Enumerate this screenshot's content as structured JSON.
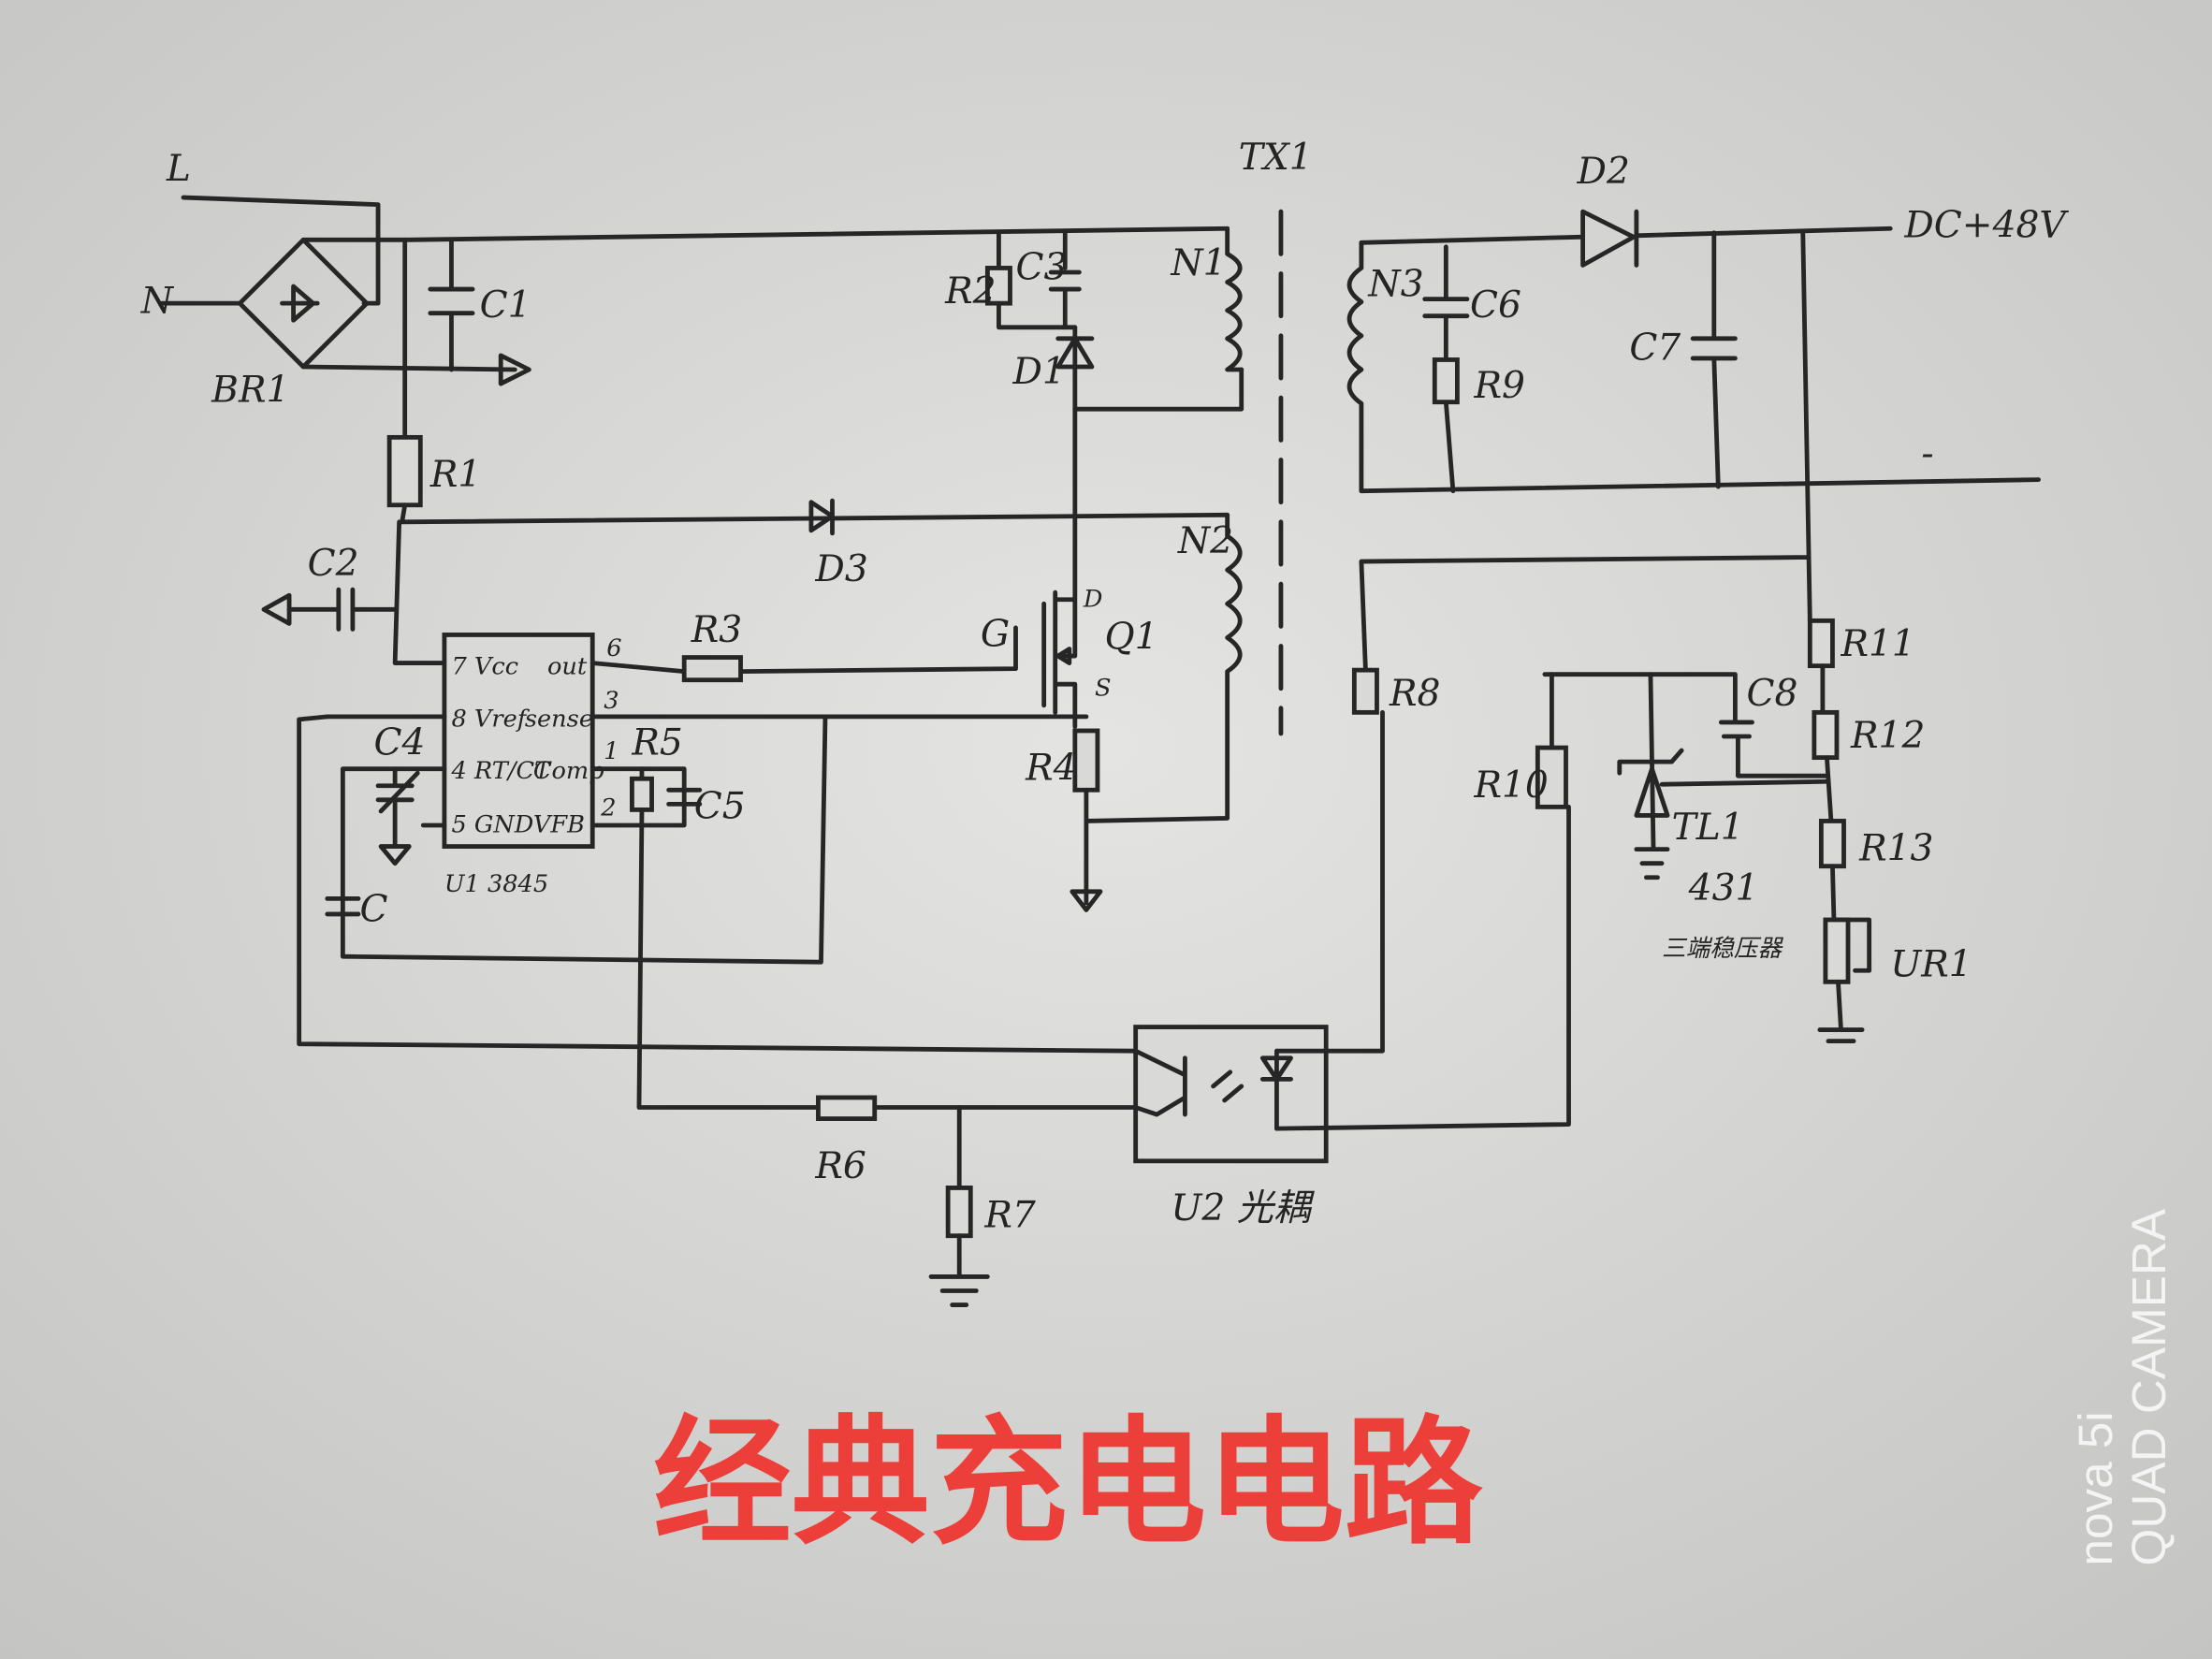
{
  "title": "经典充电电路",
  "watermark": {
    "line1": "nova 5i",
    "line2": "QUAD CAMERA"
  },
  "colors": {
    "paper": "#d6d6d4",
    "ink": "#262626",
    "title": "#ec3f3a"
  },
  "labels": {
    "L": "L",
    "N": "N",
    "BR1": "BR1",
    "C1": "C1",
    "R1": "R1",
    "C2": "C2",
    "R2": "R2",
    "C3": "C3",
    "D1": "D1",
    "N1": "N1",
    "TX1": "TX1",
    "N2": "N2",
    "D3": "D3",
    "D2": "D2",
    "dc_out": "DC+48V",
    "minus": "-",
    "N3": "N3",
    "C6": "C6",
    "R9": "R9",
    "C7": "C7",
    "G": "G",
    "D": "D",
    "Q1": "Q1",
    "S": "S",
    "R3": "R3",
    "R4": "R4",
    "C4": "C4",
    "C": "C",
    "R5": "R5",
    "C5": "C5",
    "U1": "U1 3845",
    "R6": "R6",
    "R7": "R7",
    "U2": "U2 光耦",
    "R8": "R8",
    "R10": "R10",
    "TL1": "TL1",
    "tl_part": "431",
    "tl_desc": "三端稳压器",
    "C8": "C8",
    "R11": "R11",
    "R12": "R12",
    "R13": "R13",
    "VR1": "UR1"
  },
  "ic_pins": {
    "vcc": "7 Vcc",
    "vref": "8 Vref",
    "rtct": "4 RT/CT",
    "gnd": "5 GND",
    "out": "out",
    "sense": "sense",
    "comp": "Comp",
    "vfb": "VFB",
    "n6": "6",
    "n3": "3",
    "n1": "1",
    "n2": "2"
  }
}
